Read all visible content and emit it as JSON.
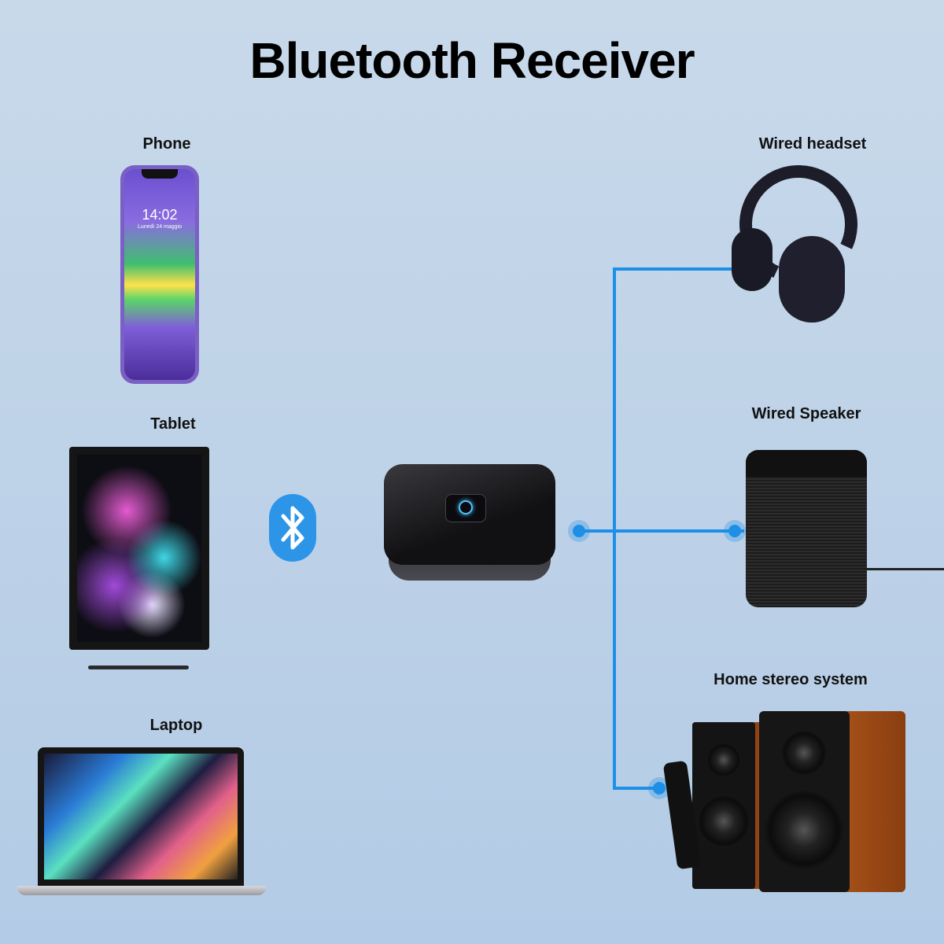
{
  "title": "Bluetooth Receiver",
  "sources": {
    "phone": {
      "label": "Phone",
      "time": "14:02",
      "date": "Lunedì 24 maggio"
    },
    "tablet": {
      "label": "Tablet"
    },
    "laptop": {
      "label": "Laptop"
    }
  },
  "outputs": {
    "headset": {
      "label": "Wired headset"
    },
    "speaker": {
      "label": "Wired Speaker"
    },
    "stereo": {
      "label": "Home stereo system"
    }
  },
  "colors": {
    "accent": "#1d8fe6",
    "bluetooth": "#2d95e8",
    "indicator": "#4fc3ff"
  },
  "icons": [
    "bluetooth-icon",
    "power-icon"
  ]
}
